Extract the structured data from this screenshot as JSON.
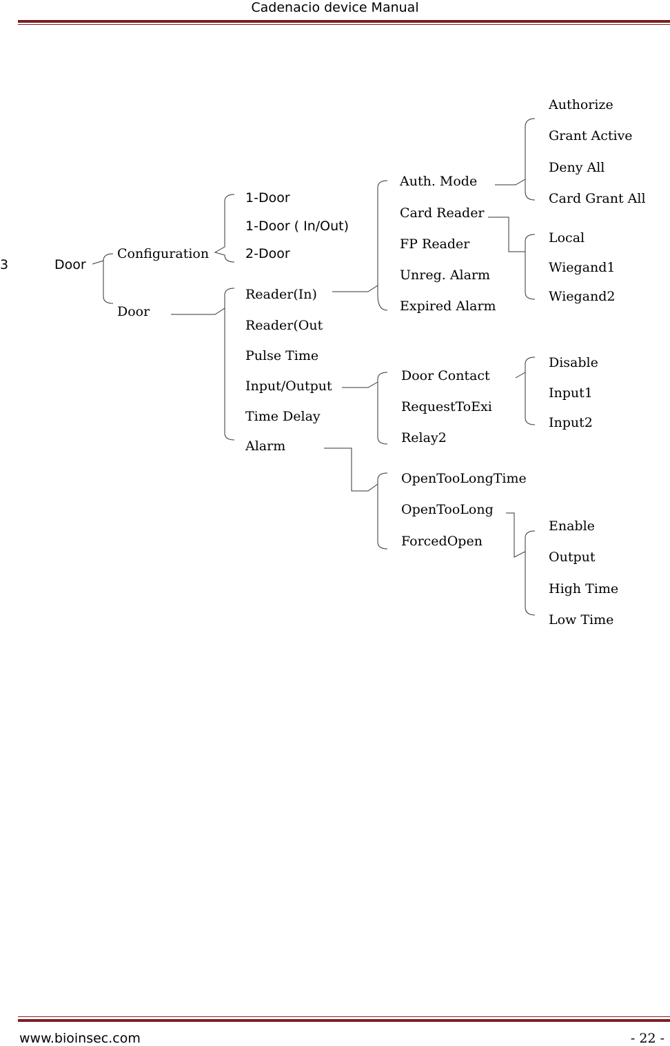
{
  "header": {
    "title": "Cadenacio device Manual"
  },
  "footer": {
    "url": "www.bioinsec.com",
    "page": "- 22 -"
  },
  "menu": {
    "section_number": "3",
    "root": "Door",
    "configuration": {
      "label": "Configuration",
      "items": [
        "1-Door",
        "1-Door ( In/Out)",
        "2-Door"
      ]
    },
    "door": {
      "label": "Door",
      "items": [
        "Reader(In)",
        "Reader(Out",
        "Pulse Time",
        "Input/Output",
        "Time Delay",
        "Alarm"
      ]
    },
    "reader_in": {
      "items": [
        "Auth. Mode",
        "Card Reader",
        "FP Reader",
        "Unreg. Alarm",
        "Expired Alarm"
      ]
    },
    "auth_mode": {
      "items": [
        "Authorize",
        "Grant Active",
        "Deny All",
        "Card Grant All"
      ]
    },
    "card_reader": {
      "items": [
        "Local",
        "Wiegand1",
        "Wiegand2"
      ]
    },
    "input_output": {
      "items": [
        "Door Contact",
        "RequestToExi",
        "Relay2"
      ]
    },
    "door_contact": {
      "items": [
        "Disable",
        "Input1",
        "Input2"
      ]
    },
    "alarm": {
      "items": [
        "OpenTooLongTime",
        "OpenTooLong",
        "ForcedOpen"
      ]
    },
    "open_too_long": {
      "items": [
        "Enable",
        "Output",
        "High Time",
        "Low Time"
      ]
    }
  }
}
